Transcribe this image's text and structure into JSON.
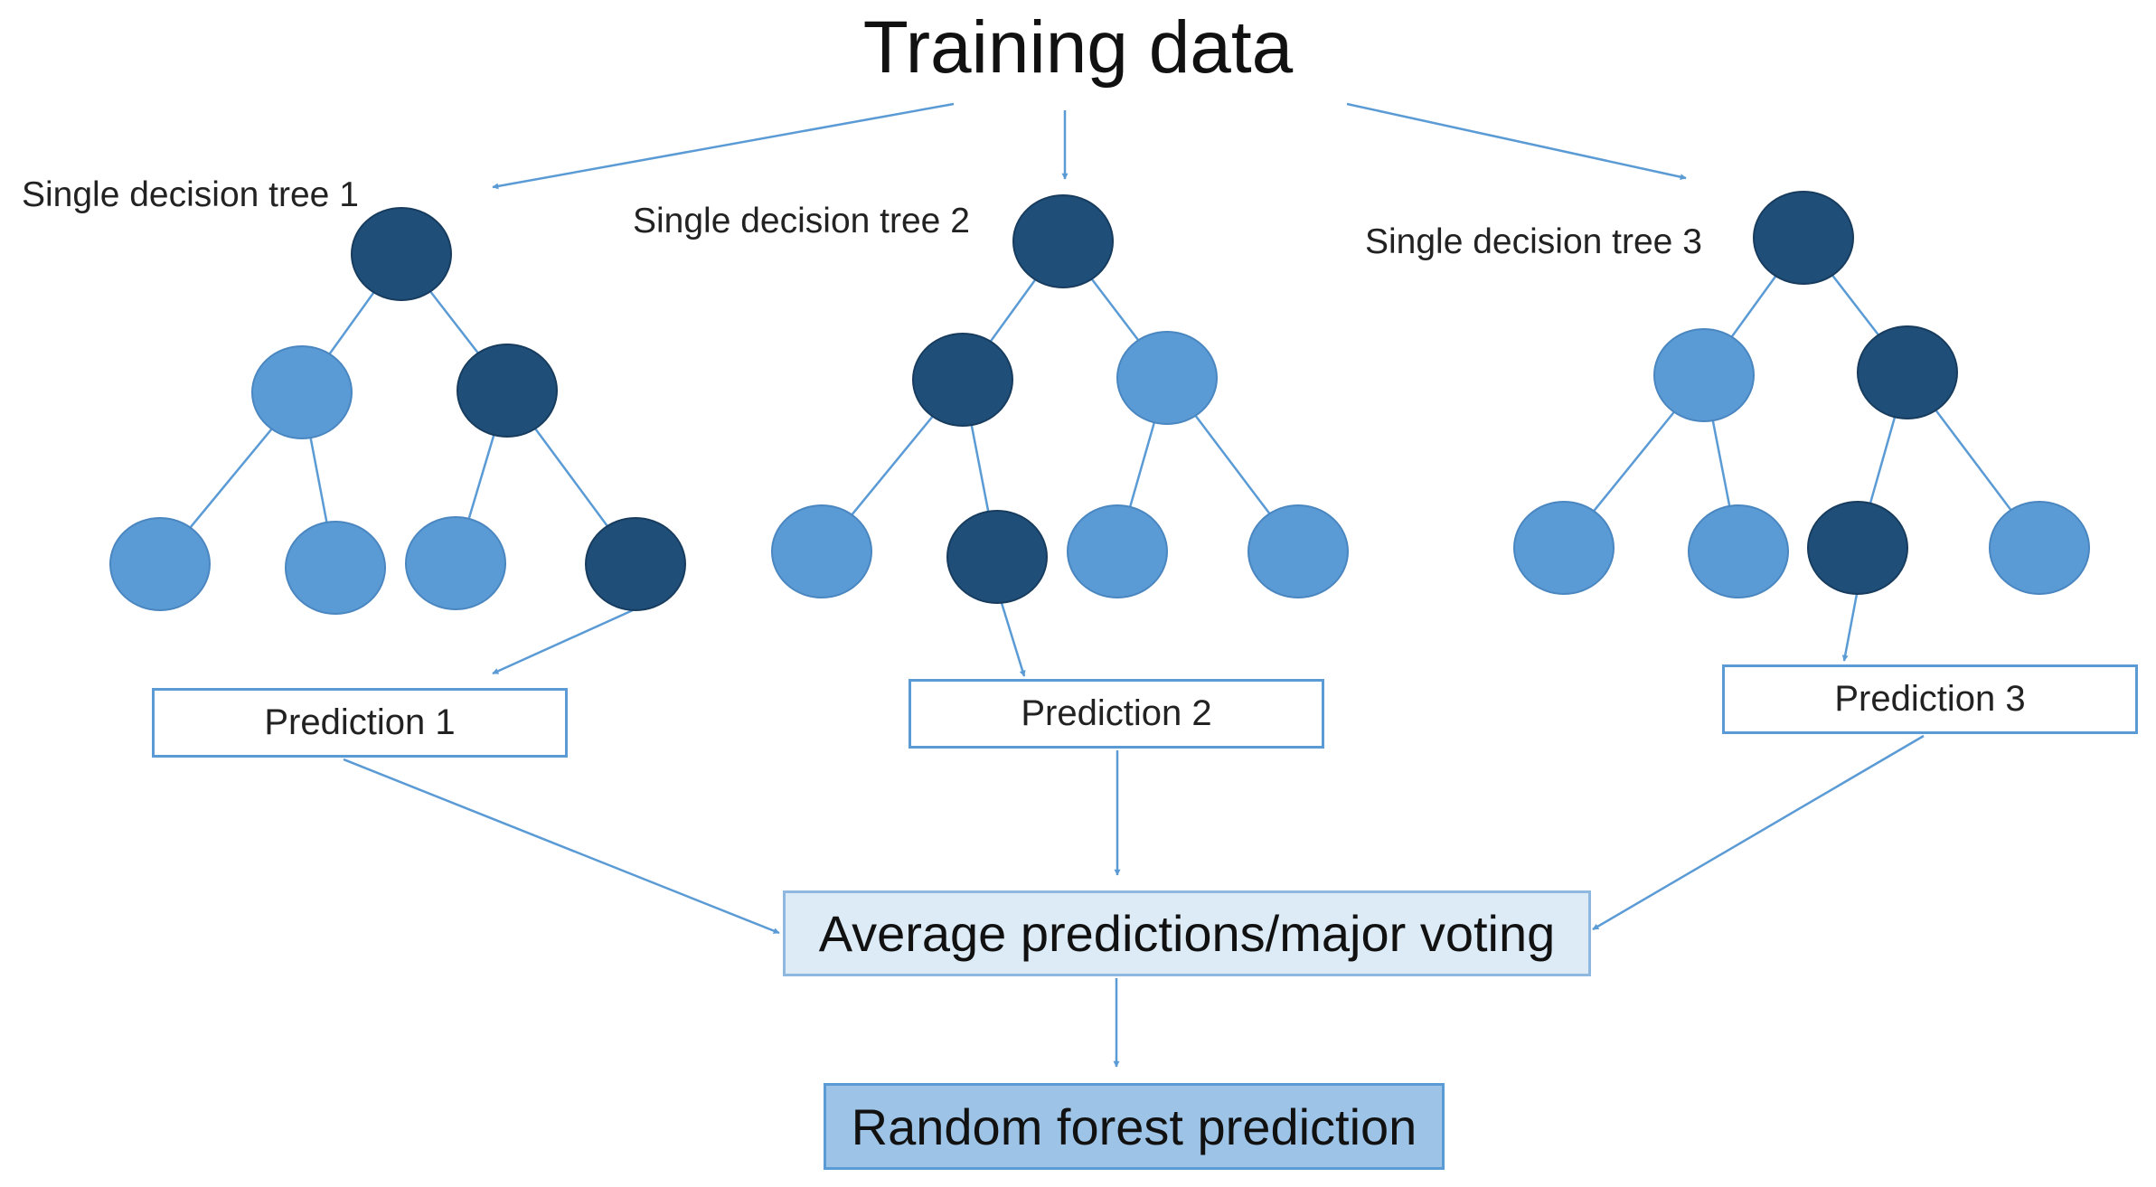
{
  "title": "Training data",
  "trees": [
    {
      "label": "Single decision tree 1",
      "prediction": "Prediction 1"
    },
    {
      "label": "Single decision tree 2",
      "prediction": "Prediction 2"
    },
    {
      "label": "Single decision tree 3",
      "prediction": "Prediction 3"
    }
  ],
  "aggregate": "Average predictions/major voting",
  "result": "Random forest prediction",
  "colors": {
    "dark_node": "#1f4e79",
    "light_node": "#5b9bd5",
    "arrow": "#5b9bd5"
  }
}
